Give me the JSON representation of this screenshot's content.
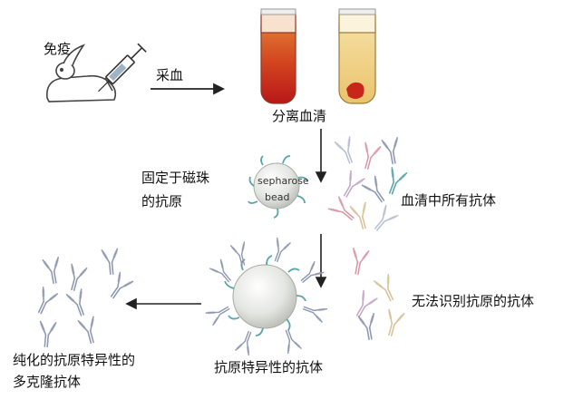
{
  "labels": {
    "immunize": "免疫",
    "bleed": "采血",
    "separate_serum": "分离血清",
    "antigen_on_beads_line1": "固定于磁珠",
    "antigen_on_beads_line2": "的抗原",
    "all_serum_antibodies": "血清中所有抗体",
    "cannot_recognize": "无法识别抗原的抗体",
    "specific_antibodies": "抗原特异性的抗体",
    "purified_line1": "纯化的抗原特异性的",
    "purified_line2": "多克隆抗体",
    "bead_text_line1": "sepharose",
    "bead_text_line2": "bead"
  },
  "icons": {
    "rabbit": "rabbit-icon",
    "syringe": "syringe-icon",
    "tube_blood": "blood-tube-icon",
    "tube_serum": "serum-tube-icon",
    "bead": "bead-icon",
    "antibody": "antibody-icon",
    "arrow": "arrow-icon"
  },
  "colors": {
    "blood_red": "#c8261a",
    "serum_yellow": "#f2d48a",
    "antibody_gray": "#8e98b0",
    "antibody_pink": "#d99aa6",
    "antibody_teal": "#5aa6a8",
    "bead_gray": "#d9dcd7"
  }
}
